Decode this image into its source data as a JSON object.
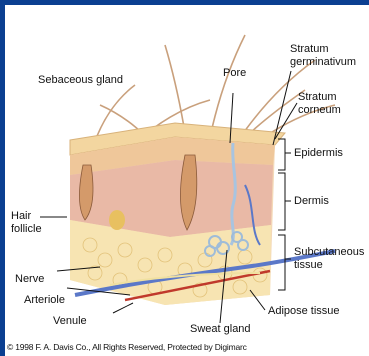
{
  "labels": {
    "sebaceous_gland": "Sebaceous gland",
    "pore": "Pore",
    "stratum_germinativum": "Stratum germinativum",
    "stratum_corneum": "Stratum corneum",
    "epidermis": "Epidermis",
    "dermis": "Dermis",
    "hair_follicle": "Hair follicle",
    "subcutaneous_tissue": "Subcutaneous tissue",
    "nerve": "Nerve",
    "arteriole": "Arteriole",
    "venule": "Venule",
    "adipose_tissue": "Adipose tissue",
    "sweat_gland": "Sweat gland"
  },
  "copyright": "© 1998 F. A. Davis Co., All Rights Reserved, Protected by Digimarc"
}
